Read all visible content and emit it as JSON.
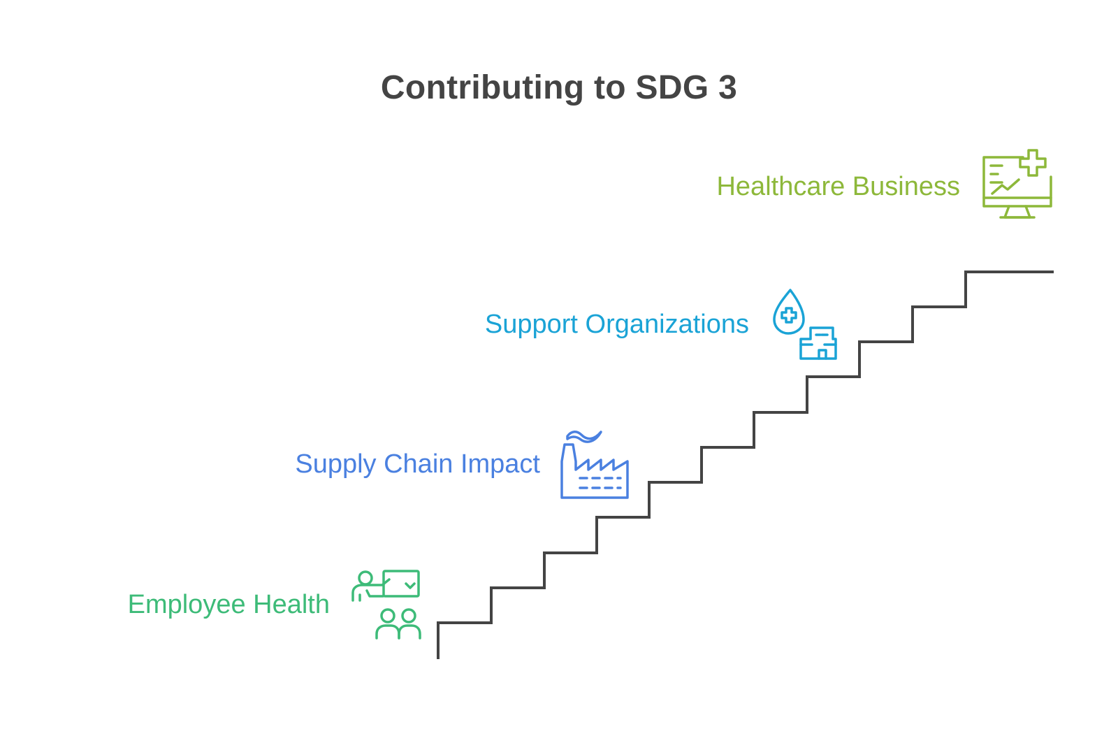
{
  "title": "Contributing to SDG 3",
  "steps": [
    {
      "label": "Employee Health",
      "color": "#3dbb78",
      "icon": "presentation-audience-icon"
    },
    {
      "label": "Supply Chain Impact",
      "color": "#4a80e0",
      "icon": "factory-icon"
    },
    {
      "label": "Support Organizations",
      "color": "#1aa3d6",
      "icon": "blood-drop-hospital-icon"
    },
    {
      "label": "Healthcare Business",
      "color": "#8db83a",
      "icon": "monitor-chart-plus-icon"
    }
  ],
  "stair_color": "#444444"
}
